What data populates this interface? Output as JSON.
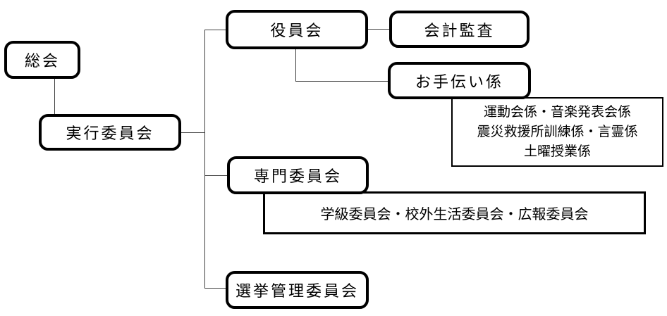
{
  "diagram": {
    "type": "org-chart",
    "nodes": {
      "soukai": {
        "label": "総会"
      },
      "jikkou": {
        "label": "実行委員会"
      },
      "yakuin": {
        "label": "役員会"
      },
      "kaikei": {
        "label": "会計監査"
      },
      "otetsudai": {
        "label": "お手伝い係"
      },
      "senmon": {
        "label": "専門委員会"
      },
      "senkyo": {
        "label": "選挙管理委員会"
      },
      "otetsudai_detail": {
        "lines": [
          "運動会係・音楽発表会係",
          "震災救援所訓練係・言霊係",
          "土曜授業係"
        ]
      },
      "senmon_detail": {
        "label": "学級委員会・校外生活委員会・広報委員会"
      }
    },
    "edges": [
      "総会-実行委員会",
      "実行委員会-役員会",
      "実行委員会-専門委員会",
      "実行委員会-選挙管理委員会",
      "役員会-会計監査",
      "役員会-お手伝い係"
    ],
    "colors": {
      "background": "#ffffff",
      "box_border": "#000000",
      "connector": "#404040",
      "text": "#000000"
    }
  }
}
